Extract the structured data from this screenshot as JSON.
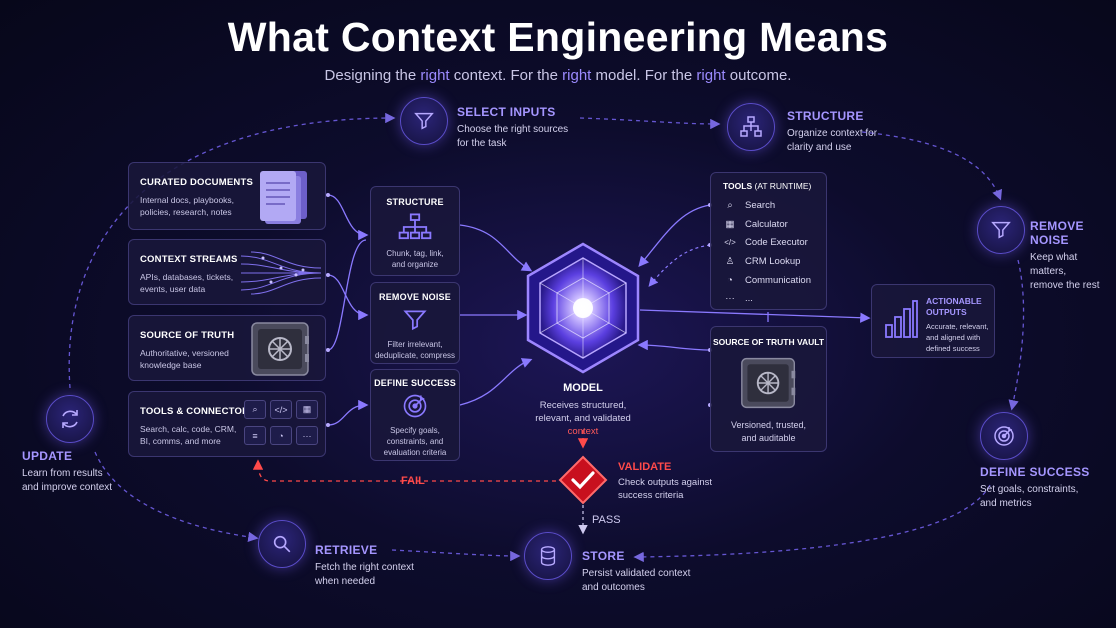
{
  "header": {
    "title": "What Context Engineering Means",
    "subtitle_1": "Designing the ",
    "subtitle_hl": "right",
    "subtitle_2": " context.   For the ",
    "subtitle_3": " model.   For the ",
    "subtitle_4": " outcome."
  },
  "cycle": {
    "select_inputs": {
      "title": "SELECT INPUTS",
      "desc1": "Choose the right sources",
      "desc2": "for the task",
      "icon": "funnel-icon"
    },
    "structure": {
      "title": "STRUCTURE",
      "desc1": "Organize context for",
      "desc2": "clarity and use",
      "icon": "hierarchy-icon"
    },
    "remove_noise": {
      "title": "REMOVE NOISE",
      "desc1": "Keep what matters,",
      "desc2": "remove the rest",
      "icon": "funnel-icon"
    },
    "define_success": {
      "title": "DEFINE SUCCESS",
      "desc1": "Set goals, constraints,",
      "desc2": "and metrics",
      "icon": "target-icon"
    },
    "store": {
      "title": "STORE",
      "desc1": "Persist validated context",
      "desc2": "and outcomes",
      "icon": "database-icon"
    },
    "retrieve": {
      "title": "RETRIEVE",
      "desc1": "Fetch the right context",
      "desc2": "when needed",
      "icon": "search-icon"
    },
    "update": {
      "title": "UPDATE",
      "desc1": "Learn from results",
      "desc2": "and improve context",
      "icon": "refresh-icon"
    }
  },
  "sources": [
    {
      "title": "CURATED DOCUMENTS",
      "desc1": "Internal docs, playbooks,",
      "desc2": "policies, research, notes"
    },
    {
      "title": "CONTEXT STREAMS",
      "desc1": "APIs, databases, tickets,",
      "desc2": "events, user data"
    },
    {
      "title": "SOURCE OF TRUTH",
      "desc1": "Authoritative, versioned",
      "desc2": "knowledge base"
    },
    {
      "title": "TOOLS & CONNECTORS",
      "desc1": "Search, calc, code, CRM,",
      "desc2": "BI, comms, and more"
    }
  ],
  "process": [
    {
      "title": "STRUCTURE",
      "desc1": "Chunk, tag, link,",
      "desc2": "and organize",
      "desc3": ""
    },
    {
      "title": "REMOVE NOISE",
      "desc1": "Filter irrelevant,",
      "desc2": "deduplicate, compress",
      "desc3": ""
    },
    {
      "title": "DEFINE SUCCESS",
      "desc1": "Specify goals,",
      "desc2": "constraints, and",
      "desc3": "evaluation criteria"
    }
  ],
  "model": {
    "title": "MODEL",
    "desc1": "Receives structured,",
    "desc2": "relevant, and validated",
    "desc3": "context"
  },
  "tools": {
    "title": "TOOLS",
    "subtitle": "(AT RUNTIME)",
    "items": [
      "Search",
      "Calculator",
      "Code Executor",
      "CRM Lookup",
      "Communication",
      "..."
    ]
  },
  "vault": {
    "title": "SOURCE OF TRUTH VAULT",
    "desc1": "Versioned, trusted,",
    "desc2": "and auditable"
  },
  "outputs": {
    "title1": "ACTIONABLE",
    "title2": "OUTPUTS",
    "desc1": "Accurate, relevant,",
    "desc2": "and aligned with",
    "desc3": "defined success"
  },
  "validate": {
    "title": "VALIDATE",
    "desc1": "Check outputs against",
    "desc2": "success criteria",
    "fail": "FAIL",
    "pass": "PASS"
  },
  "colors": {
    "accent": "#a596ff",
    "fail": "#ff4a4a",
    "card_border": "#3b3670",
    "bg": "#0a0a22"
  }
}
